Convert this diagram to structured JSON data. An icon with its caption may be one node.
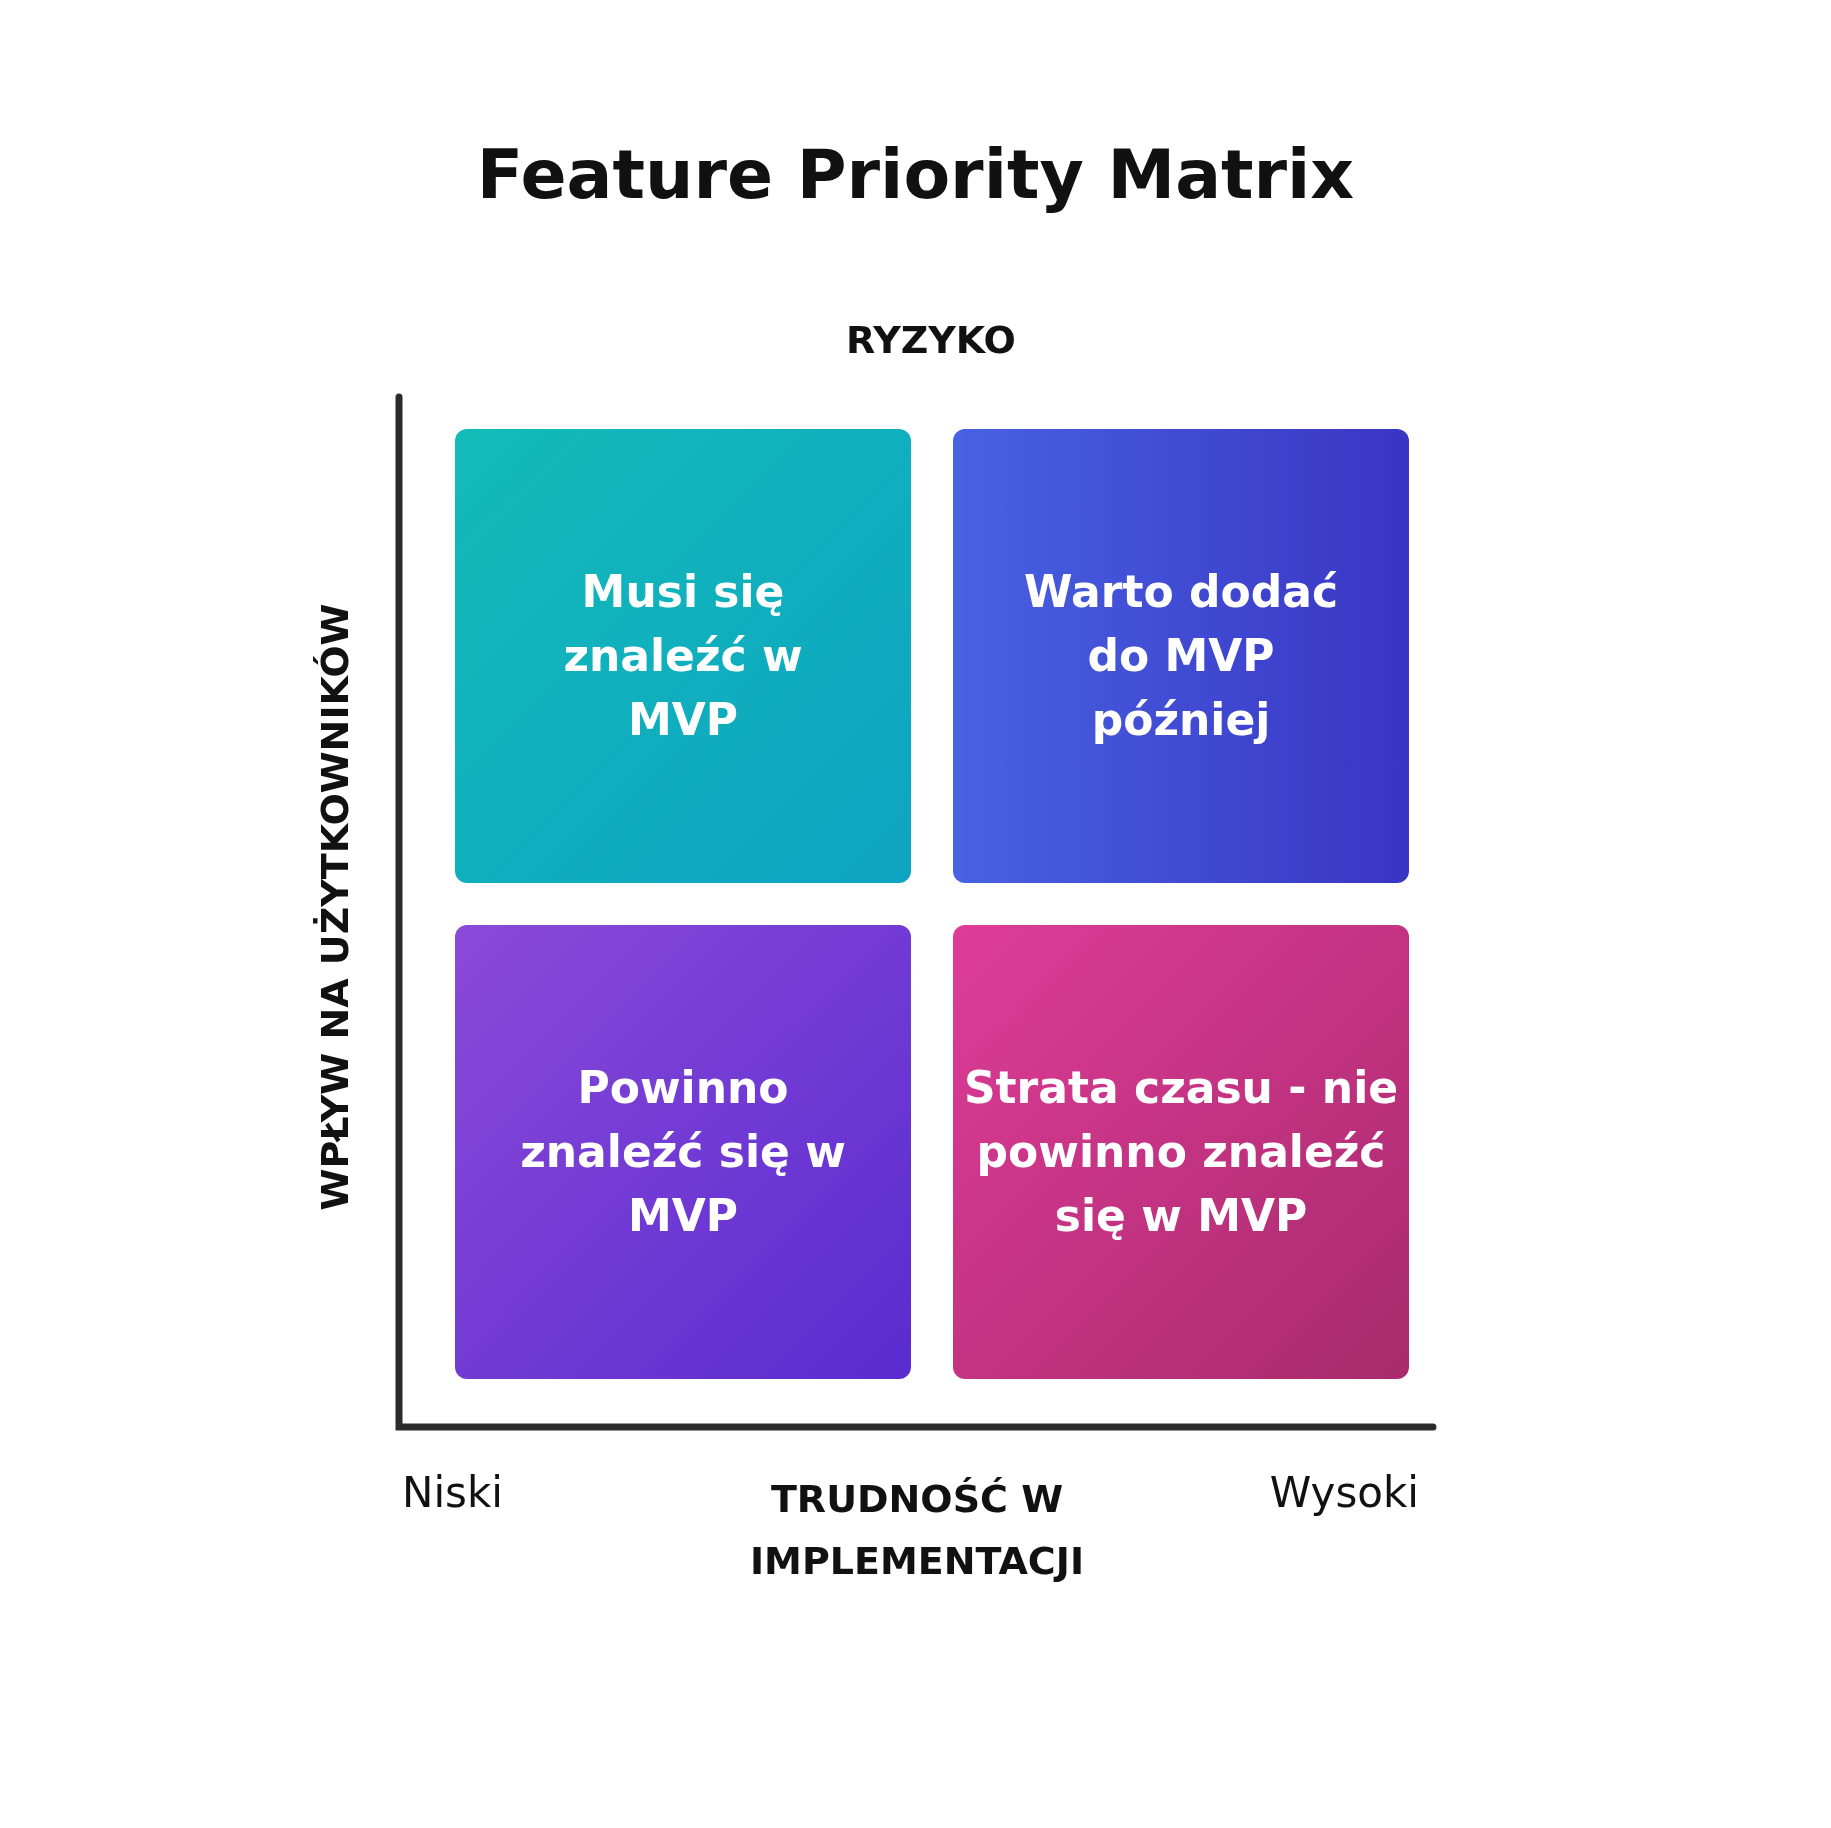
{
  "diagram": {
    "title": "Feature Priority Matrix",
    "nodes": [
      {
        "text": [
          "Musi się znaleźć w MVP"
        ]
      },
      {
        "text": [
          "Warto dodać do MVP później"
        ]
      },
      {
        "text": [
          "Powinno znaleźć się w MVP"
        ]
      },
      {
        "text": [
          "Strata czasu - nie powinno znaleźć się w MVP"
        ]
      }
    ],
    "labels": [
      "RYZYKO",
      "WPŁYW NA UŻYTKOWNIKÓW",
      "Niski",
      "TRUDNOŚĆ W IMPLEMENTACJI",
      "Wysoki"
    ]
  }
}
